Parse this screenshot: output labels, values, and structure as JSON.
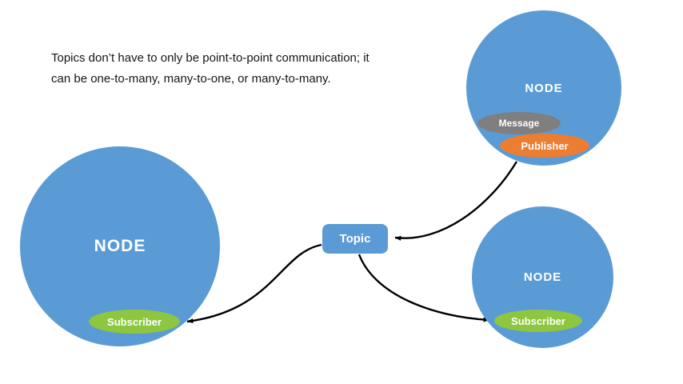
{
  "caption": "Topics don’t have to only be point-to-point communication; it\ncan be one-to-many, many-to-one, or many-to-many.",
  "nodes": {
    "left": {
      "label": "NODE"
    },
    "top_right": {
      "label": "NODE"
    },
    "bottom_right": {
      "label": "NODE"
    }
  },
  "badges": {
    "subscriber_left": "Subscriber",
    "message": "Message",
    "publisher": "Publisher",
    "subscriber_right": "Subscriber"
  },
  "topic": {
    "label": "Topic"
  },
  "colors": {
    "node_blue": "#5B9BD5",
    "subscriber_green": "#8DC63F",
    "publisher_orange": "#ED7D31",
    "message_gray": "#7F7F7F",
    "arrow_black": "#000000"
  }
}
